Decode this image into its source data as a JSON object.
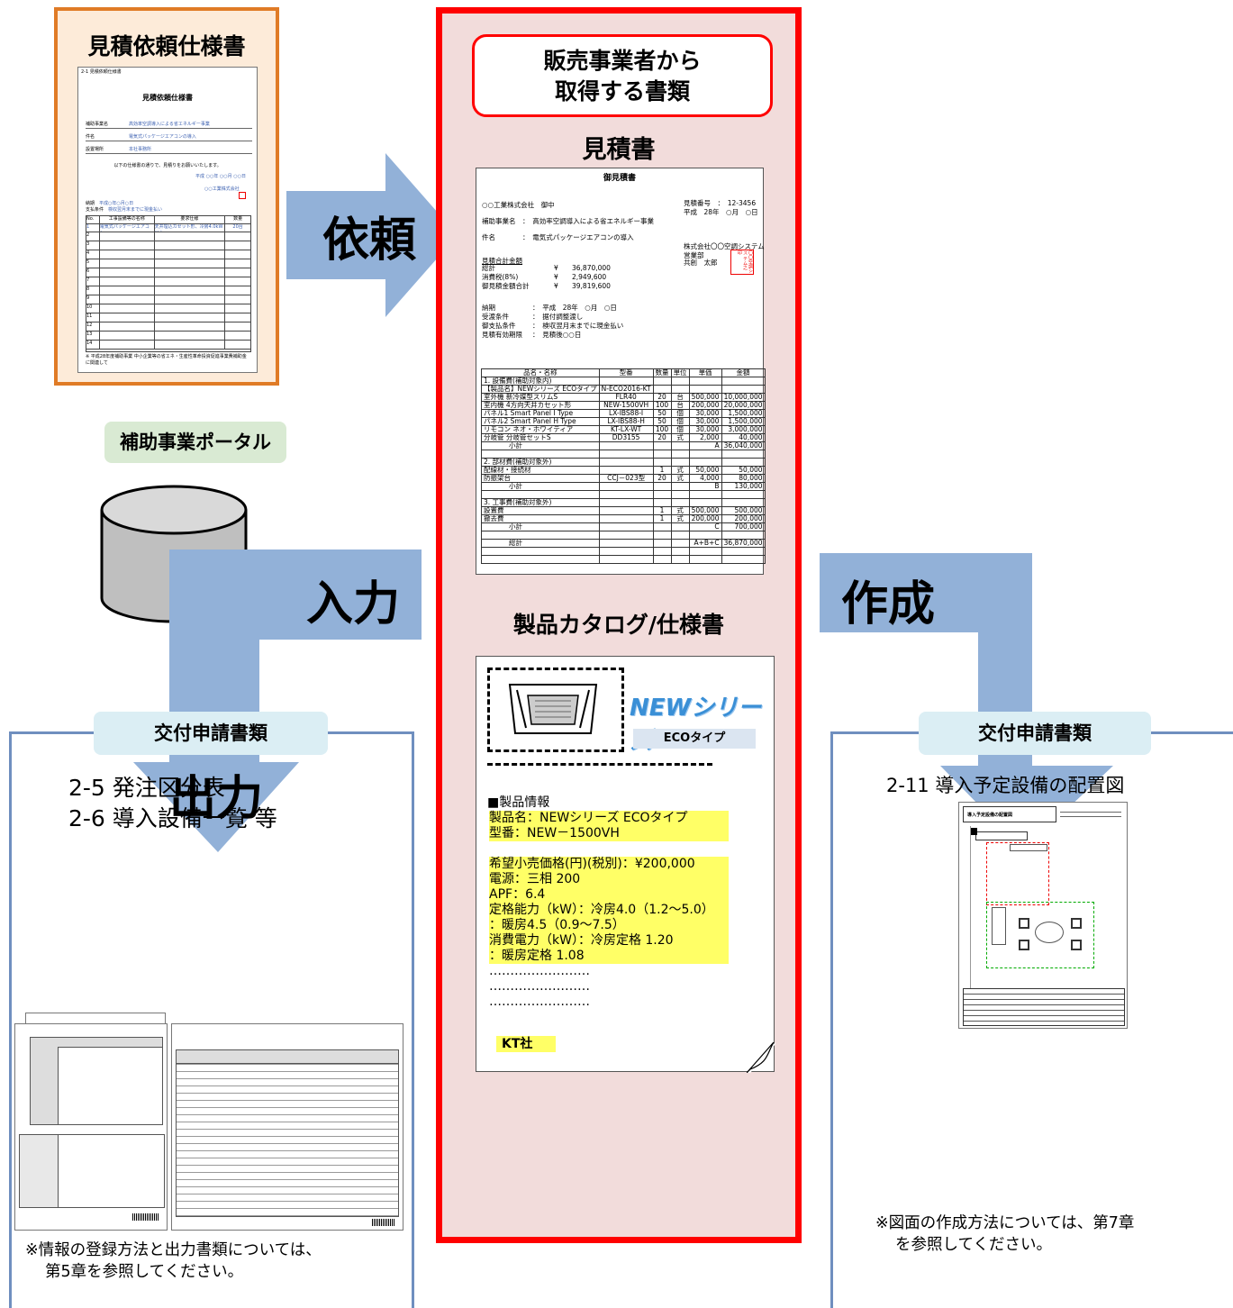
{
  "spec_doc": {
    "title": "見積依頼仕様書",
    "doc_header": "見積依頼仕様書",
    "doc_corner": "2-1 見積依頼仕様書",
    "fields": [
      {
        "label": "補助事業名",
        "value": "高効率空調導入による省エネルギー事業"
      },
      {
        "label": "件名",
        "value": "電気式パッケージエアコンの導入"
      },
      {
        "label": "設置場所",
        "value": "本社事務所"
      }
    ],
    "request_line": "以下の仕様書の通りで、見積りをお願いいたします。",
    "date_line": "平成 ○○年 ○○月 ○○日",
    "company_line": "○○工業株式会社",
    "delivery_rows": [
      {
        "label": "納期",
        "value": "平成○年○月○日"
      },
      {
        "label": "支払条件",
        "value": "検収翌月末までに現金払い"
      }
    ],
    "table_headers": [
      "No.",
      "工事設備等の名称",
      "要求仕様",
      "数量"
    ],
    "table_row1": [
      "1",
      "電気式パッケージエアコン",
      "天井埋込カセット形、冷房4.0kW以上",
      "20台"
    ],
    "footnote": "※ 平成28年度補助事業 中小企業等の省エネ・生産性革命投資促進事業費補助金 に関連して"
  },
  "portal": {
    "label": "補助事業ポータル"
  },
  "actions": {
    "request": "依頼",
    "input": "入力",
    "output": "出力",
    "create": "作成"
  },
  "sales": {
    "title_line1": "販売事業者から",
    "title_line2": "取得する書類",
    "estimate_label": "見積書",
    "catalog_label": "製品カタログ/仕様書"
  },
  "estimate": {
    "title": "御見積書",
    "addressee": "○○工業株式会社　御中",
    "estimate_no": "見積番号　：　12-3456",
    "date": "平成　28年　○月　○日",
    "project": "補助事業名　：　高効率空調導入による省エネルギー事業",
    "subject": "件名　　　　：　電気式パッケージエアコンの導入",
    "vendor_company": "株式会社〇〇空調システム",
    "vendor_dept": "営業部",
    "vendor_person": "共創　太郎",
    "stamp": "〇〇空調シス テム之印",
    "total_heading": "見積合計金額",
    "totals": [
      {
        "label": "総計",
        "yen": "¥",
        "amount": "36,870,000"
      },
      {
        "label": "消費税(8%)",
        "yen": "¥",
        "amount": "2,949,600"
      },
      {
        "label": "御見積金額合計",
        "yen": "¥",
        "amount": "39,819,600"
      }
    ],
    "terms": [
      {
        "label": "納期",
        "value": "：　平成　28年　○月　○日"
      },
      {
        "label": "受渡条件",
        "value": "：　据付調整渡し"
      },
      {
        "label": "御支払条件",
        "value": "：　検収翌月末までに現金払い"
      },
      {
        "label": "見積有効期限",
        "value": "：　見積後○○日"
      }
    ],
    "columns": [
      "品名・名称",
      "型番",
      "数量",
      "単位",
      "単価",
      "金額"
    ],
    "rows": [
      [
        "1. 設備費(補助対象内)",
        "",
        "",
        "",
        "",
        ""
      ],
      [
        "【製品名】NEWシリーズ  ECOタイプ",
        "N-ECO2016-KT",
        "",
        "",
        "",
        ""
      ],
      [
        "室外機  新冷媒型スリムS",
        "FLR40",
        "20",
        "台",
        "500,000",
        "10,000,000"
      ],
      [
        "室内機  4方向天井カセット形",
        "NEW-1500VH",
        "100",
        "台",
        "200,000",
        "20,000,000"
      ],
      [
        "パネル1  Smart Panel I Type",
        "LX-IBS88-I",
        "50",
        "個",
        "30,000",
        "1,500,000"
      ],
      [
        "パネル2  Smart Panel H Type",
        "LX-IBS88-H",
        "50",
        "個",
        "30,000",
        "1,500,000"
      ],
      [
        "リモコン  ネオ・ホワイティア",
        "KT-LX-WT",
        "100",
        "個",
        "30,000",
        "3,000,000"
      ],
      [
        "分岐管  分岐管セットS",
        "DD3155",
        "20",
        "式",
        "2,000",
        "40,000"
      ],
      [
        "小計",
        "",
        "",
        "",
        "A",
        "36,040,000"
      ],
      [
        "",
        "",
        "",
        "",
        "",
        ""
      ],
      [
        "2. 部材費(補助対象外)",
        "",
        "",
        "",
        "",
        ""
      ],
      [
        "配線材・接続材",
        "",
        "1",
        "式",
        "50,000",
        "50,000"
      ],
      [
        "防振架台",
        "CCJ－023型",
        "20",
        "式",
        "4,000",
        "80,000"
      ],
      [
        "小計",
        "",
        "",
        "",
        "B",
        "130,000"
      ],
      [
        "",
        "",
        "",
        "",
        "",
        ""
      ],
      [
        "3. 工事費(補助対象外)",
        "",
        "",
        "",
        "",
        ""
      ],
      [
        "設置費",
        "",
        "1",
        "式",
        "500,000",
        "500,000"
      ],
      [
        "撤去費",
        "",
        "1",
        "式",
        "200,000",
        "200,000"
      ],
      [
        "小計",
        "",
        "",
        "",
        "C",
        "700,000"
      ],
      [
        "",
        "",
        "",
        "",
        "",
        ""
      ],
      [
        "総計",
        "",
        "",
        "",
        "A+B+C",
        "36,870,000"
      ],
      [
        "",
        "",
        "",
        "",
        "",
        ""
      ],
      [
        "",
        "",
        "",
        "",
        "",
        ""
      ]
    ]
  },
  "catalog": {
    "series": "NEWシリーズ",
    "type_badge": "ECOタイプ",
    "info_heading": "■製品情報",
    "lines": [
      "製品名：NEWシリーズ  ECOタイプ",
      "型番：NEW－1500VH",
      "",
      "希望小売価格(円)(税別)：¥200,000",
      "電源：三相  200",
      "APF：6.4",
      "定格能力（kW）：冷房4.0（1.2～5.0）",
      "                        ：暖房4.5（0.9～7.5）",
      "消費電力（kW）：冷房定格  1.20",
      "                        ：暖房定格  1.08",
      "……………………",
      "……………………",
      "……………………"
    ],
    "maker": "KT社"
  },
  "left_panel": {
    "title": "交付申請書類",
    "item1": "2-5  発注区分表",
    "item2": "2-6  導入設備一覧  等",
    "note_line1": "※情報の登録方法と出力書類については、",
    "note_line2": "第5章を参照してください。"
  },
  "right_panel": {
    "title": "交付申請書類",
    "item1": "2-11  導入予定設備の配置図",
    "drawing_title": "導入予定設備の配置図",
    "note_line1": "※図面の作成方法については、第7章",
    "note_line2": "を参照してください。"
  }
}
